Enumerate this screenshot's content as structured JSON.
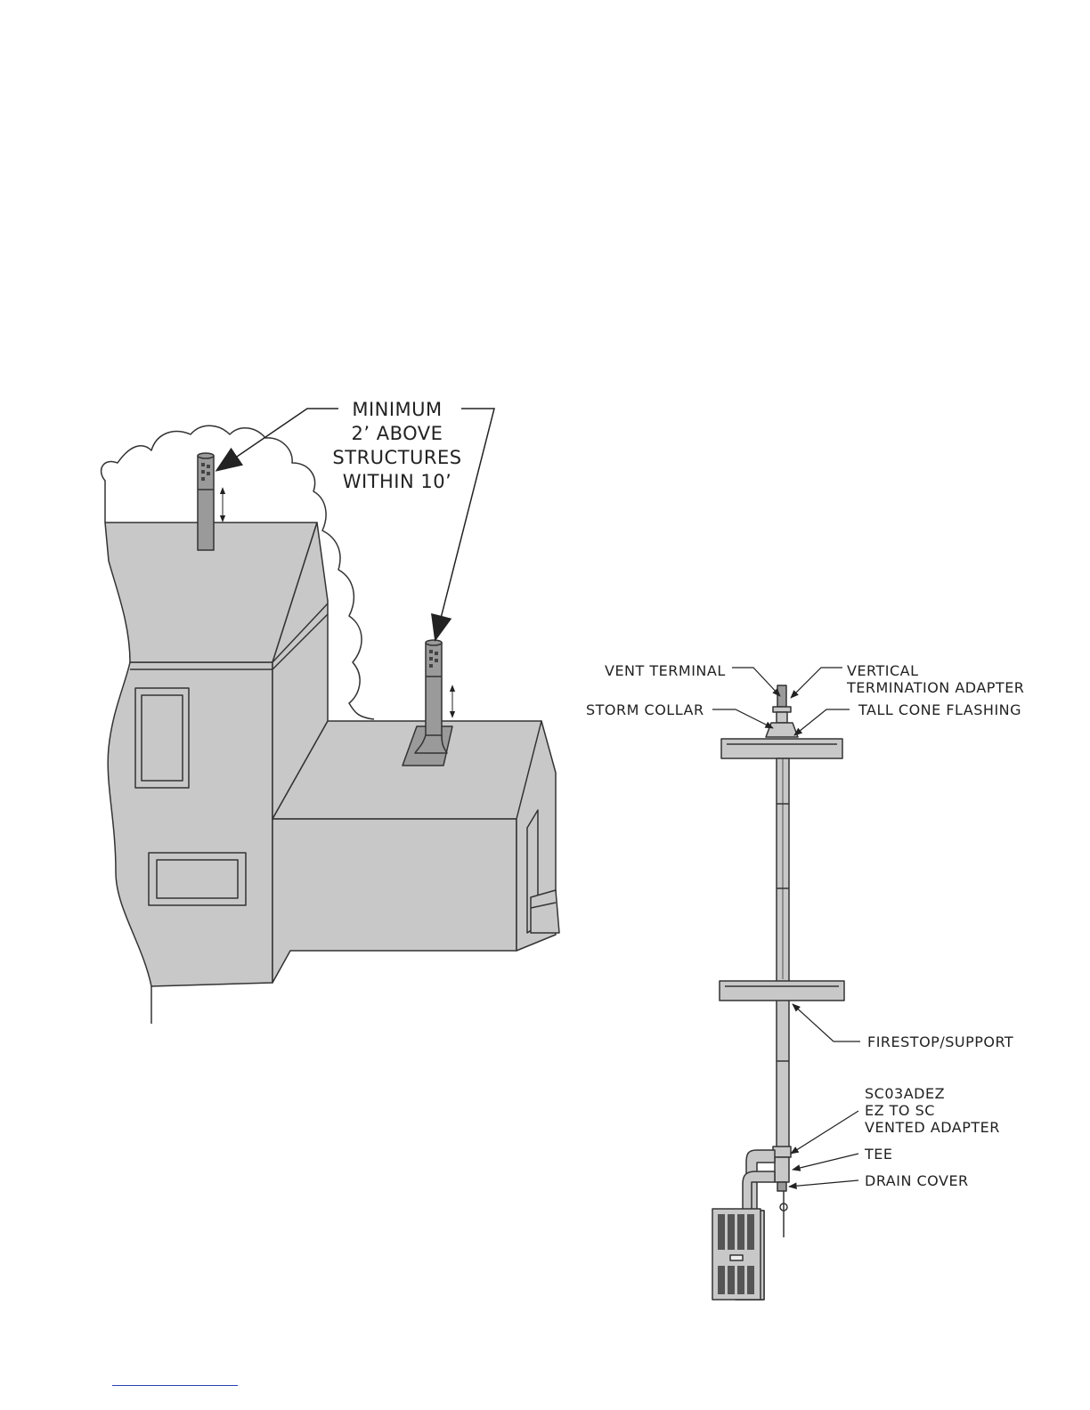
{
  "left_figure": {
    "callout": {
      "line1": "MINIMUM",
      "line2": "2’ ABOVE",
      "line3": "STRUCTURES",
      "line4": "WITHIN 10’"
    }
  },
  "right_figure": {
    "labels": {
      "vent_terminal": "VENT TERMINAL",
      "vertical_adapter_1": "VERTICAL",
      "vertical_adapter_2": "TERMINATION ADAPTER",
      "storm_collar": "STORM COLLAR",
      "tall_cone_flashing": "TALL CONE FLASHING",
      "firestop_support": "FIRESTOP/SUPPORT",
      "adapter_1": "SC03ADEZ",
      "adapter_2": "EZ TO SC",
      "adapter_3": "VENTED ADAPTER",
      "tee": "TEE",
      "drain_cover": "DRAIN COVER"
    }
  },
  "colors": {
    "fill": "#c8c8c8",
    "dark_fill": "#9a9a9a",
    "line": "#333333",
    "footer_rule": "#2b3fb8"
  }
}
